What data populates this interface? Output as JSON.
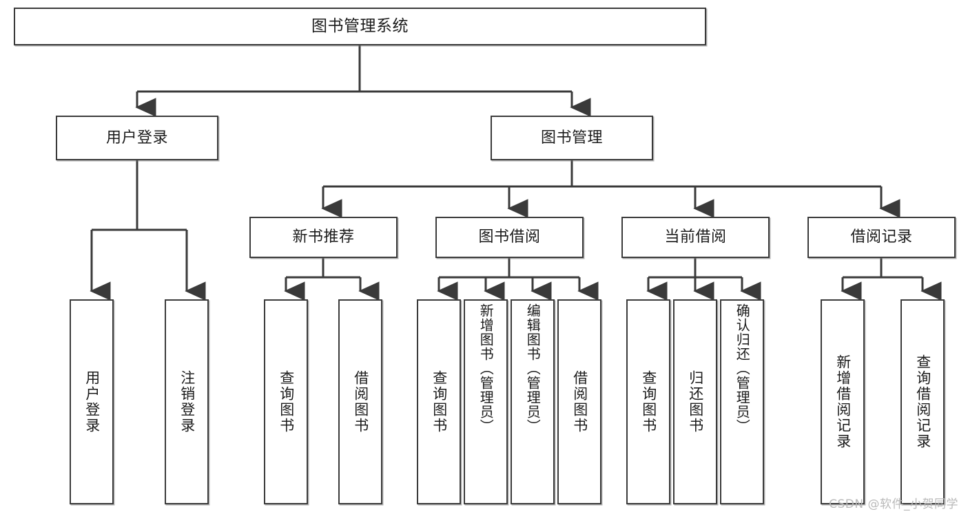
{
  "diagram": {
    "title": "图书管理系统",
    "type": "tree-hierarchy",
    "watermark": "CSDN @软件_小贺同学",
    "line_color": "#3a3a3a",
    "box_fill": "#ffffff",
    "text_color": "#1b1b1b"
  },
  "root": {
    "label": "图书管理系统"
  },
  "level2": {
    "user_login": {
      "label": "用户登录"
    },
    "book_manage": {
      "label": "图书管理"
    }
  },
  "level3": {
    "new_book_recommend": {
      "label": "新书推荐"
    },
    "book_borrow": {
      "label": "图书借阅"
    },
    "current_borrow": {
      "label": "当前借阅"
    },
    "borrow_record": {
      "label": "借阅记录"
    }
  },
  "leaves": {
    "user_login": [
      {
        "label": "用户登录"
      },
      {
        "label": "注销登录"
      }
    ],
    "new_book_recommend": [
      {
        "label": "查询图书"
      },
      {
        "label": "借阅图书"
      }
    ],
    "book_borrow": [
      {
        "label": "查询图书"
      },
      {
        "label": "新增图书（管理员）"
      },
      {
        "label": "编辑图书（管理员）"
      },
      {
        "label": "借阅图书"
      }
    ],
    "current_borrow": [
      {
        "label": "查询图书"
      },
      {
        "label": "归还图书"
      },
      {
        "label": "确认归还（管理员）"
      }
    ],
    "borrow_record": [
      {
        "label": "新增借阅记录"
      },
      {
        "label": "查询借阅记录"
      }
    ]
  }
}
